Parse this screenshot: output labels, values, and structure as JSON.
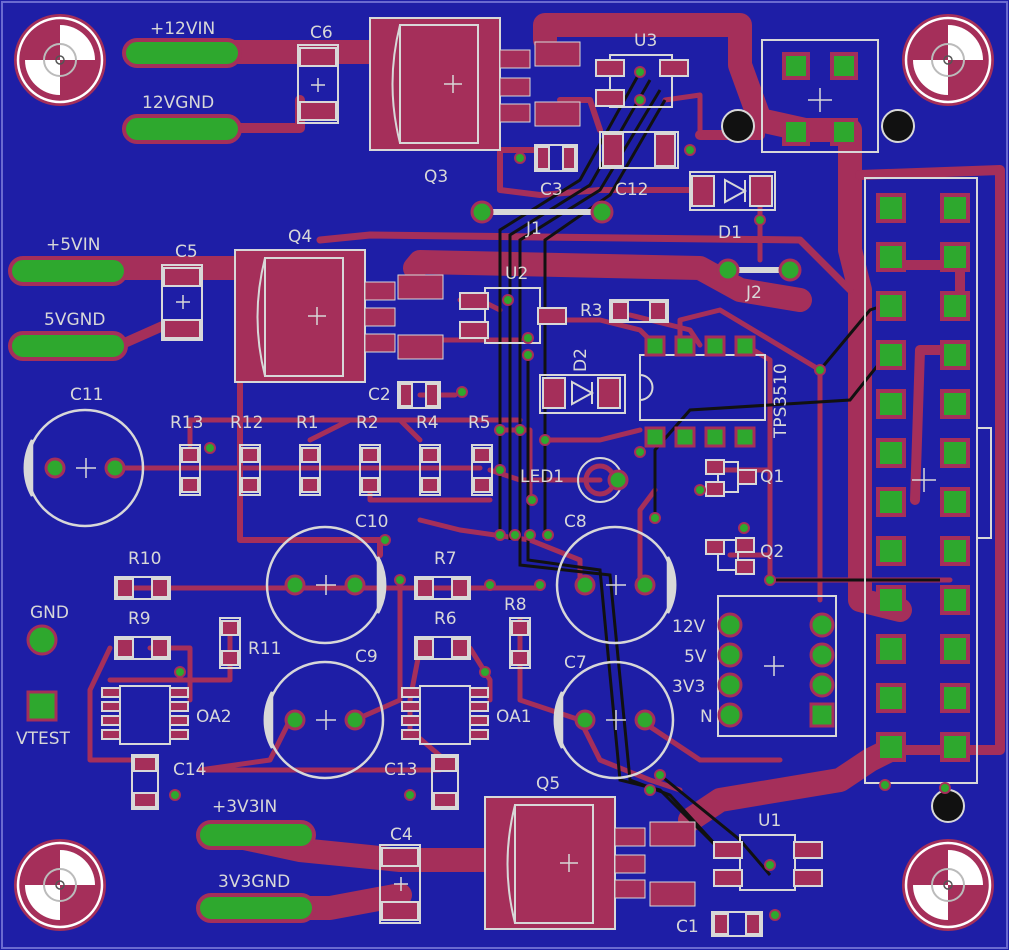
{
  "colors": {
    "board": "#1e1ea6",
    "copper_top": "#a52f5a",
    "silk": "#d8d8d8",
    "pad_green": "#2ea82e",
    "pad_ring": "#a52f5a"
  },
  "connectors": {
    "v12in": "+12VIN",
    "v12gnd": "12VGND",
    "v5in": "+5VIN",
    "v5gnd": "5VGND",
    "v3v3in": "+3V3IN",
    "v3v3gnd": "3V3GND",
    "gnd": "GND",
    "vtest": "VTEST"
  },
  "components": {
    "c1": "C1",
    "c2": "C2",
    "c3": "C3",
    "c4": "C4",
    "c5": "C5",
    "c6": "C6",
    "c7": "C7",
    "c8": "C8",
    "c9": "C9",
    "c10": "C10",
    "c11": "C11",
    "c12": "C12",
    "c13": "C13",
    "c14": "C14",
    "r1": "R1",
    "r2": "R2",
    "r3": "R3",
    "r4": "R4",
    "r5": "R5",
    "r6": "R6",
    "r7": "R7",
    "r8": "R8",
    "r9": "R9",
    "r10": "R10",
    "r11": "R11",
    "r12": "R12",
    "r13": "R13",
    "q1": "Q1",
    "q2": "Q2",
    "q3": "Q3",
    "q4": "Q4",
    "q5": "Q5",
    "u1": "U1",
    "u2": "U2",
    "u3": "U3",
    "d1": "D1",
    "d2": "D2",
    "j1": "J1",
    "j2": "J2",
    "led1": "LED1",
    "oa1": "OA1",
    "oa2": "OA2",
    "ic": "TPS3510"
  },
  "header_labels": {
    "v12": "12V",
    "v5": "5V",
    "v3v3": "3V3",
    "n": "N"
  }
}
